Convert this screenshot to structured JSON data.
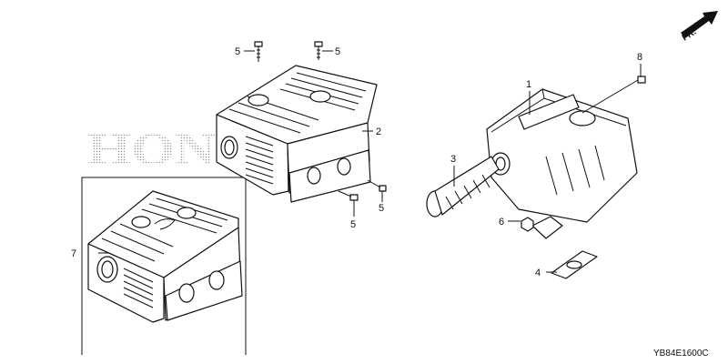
{
  "diagram": {
    "watermark": "HONDA",
    "direction_label": "FR.",
    "diagram_code": "YB84E1600C",
    "callouts": [
      {
        "id": "c-1",
        "label": "1"
      },
      {
        "id": "c-2",
        "label": "2"
      },
      {
        "id": "c-3",
        "label": "3"
      },
      {
        "id": "c-4",
        "label": "4"
      },
      {
        "id": "c-5a",
        "label": "5"
      },
      {
        "id": "c-5b",
        "label": "5"
      },
      {
        "id": "c-5c",
        "label": "5"
      },
      {
        "id": "c-5d",
        "label": "5"
      },
      {
        "id": "c-6",
        "label": "6"
      },
      {
        "id": "c-7",
        "label": "7"
      },
      {
        "id": "c-8",
        "label": "8"
      }
    ]
  }
}
